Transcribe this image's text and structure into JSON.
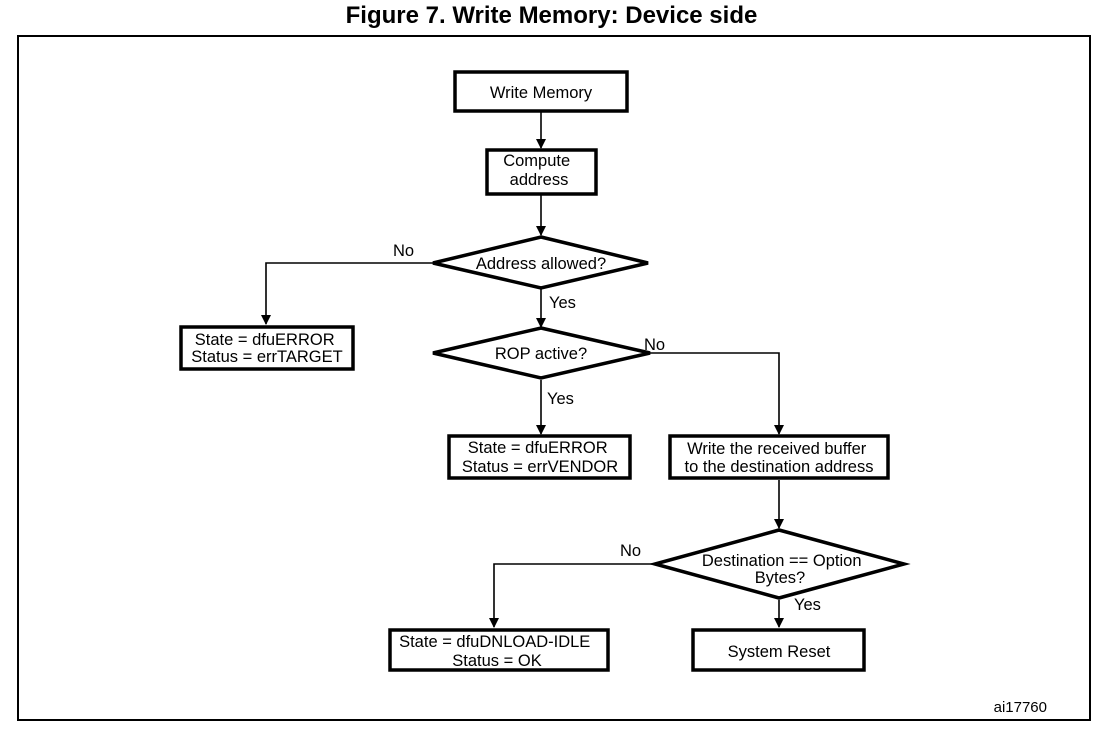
{
  "figure": {
    "title": "Figure 7. Write Memory: Device side",
    "ref_id": "ai17760"
  },
  "nodes": {
    "write_memory": [
      "Write Memory"
    ],
    "compute_address": [
      "Compute",
      "address"
    ],
    "address_allowed": [
      "Address allowed?"
    ],
    "error_target": [
      "State = dfuERROR",
      "Status = errTARGET"
    ],
    "rop_active": [
      "ROP active?"
    ],
    "error_vendor": [
      "State = dfuERROR",
      "Status = errVENDOR"
    ],
    "write_buffer": [
      "Write the received buffer",
      "to the destination address"
    ],
    "dest_option_bytes": [
      "Destination == Option",
      "Bytes?"
    ],
    "dnload_idle": [
      "State = dfuDNLOAD-IDLE",
      "Status = OK"
    ],
    "system_reset": [
      "System Reset"
    ]
  },
  "edge_labels": {
    "address_no": "No",
    "address_yes": "Yes",
    "rop_no": "No",
    "rop_yes": "Yes",
    "dest_no": "No",
    "dest_yes": "Yes"
  },
  "colors": {
    "stroke": "#000000",
    "fill": "#ffffff",
    "text": "#000000"
  }
}
